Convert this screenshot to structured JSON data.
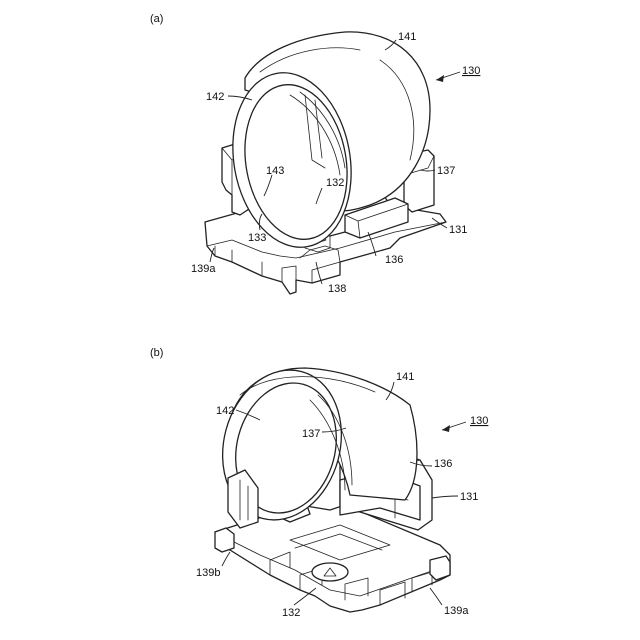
{
  "figures": [
    {
      "caption": "(a)",
      "labels": {
        "l141": "141",
        "l130": "130",
        "l142": "142",
        "l143": "143",
        "l132": "132",
        "l137": "137",
        "l133": "133",
        "l131": "131",
        "l136": "136",
        "l139a": "139a",
        "l138": "138"
      }
    },
    {
      "caption": "(b)",
      "labels": {
        "l141": "141",
        "l130": "130",
        "l142": "142",
        "l137": "137",
        "l136": "136",
        "l131": "131",
        "l139b": "139b",
        "l132": "132",
        "l139a": "139a"
      }
    }
  ]
}
